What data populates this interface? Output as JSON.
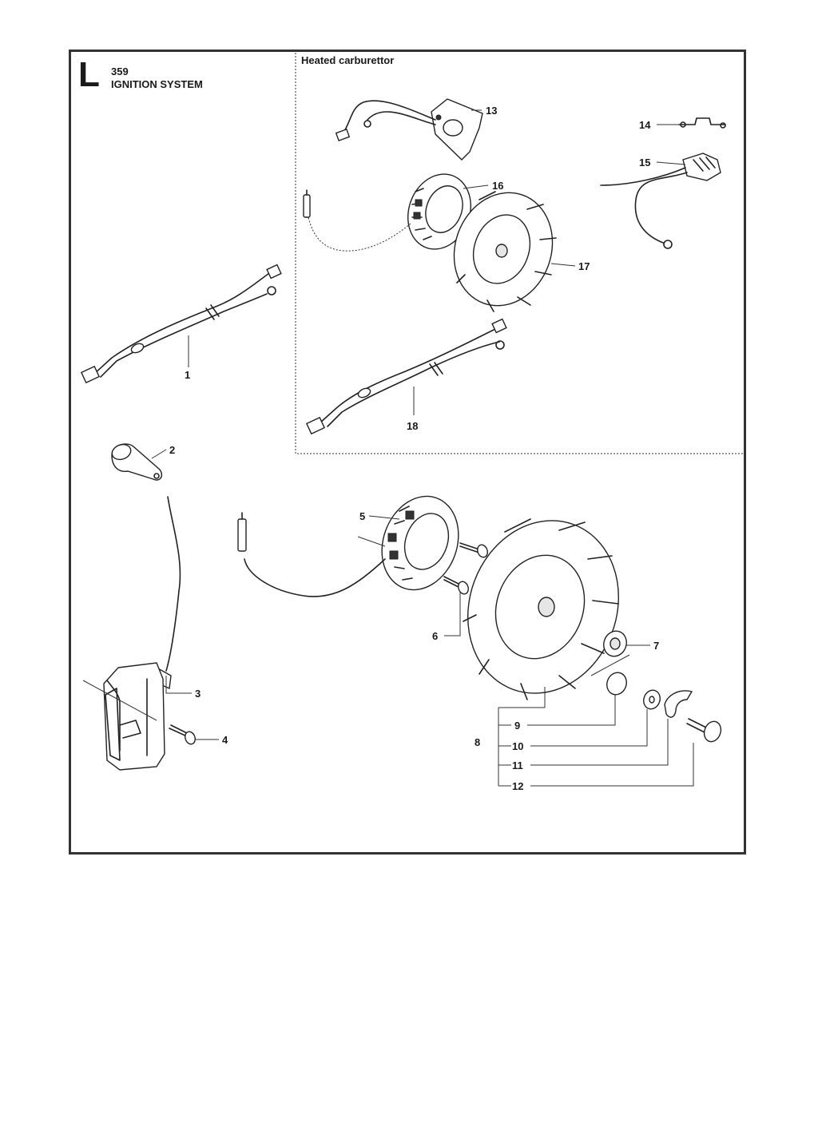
{
  "header": {
    "section_letter": "L",
    "model": "359",
    "title": "IGNITION SYSTEM"
  },
  "inset": {
    "title": "Heated carburettor"
  },
  "callouts": [
    "1",
    "2",
    "3",
    "4",
    "5",
    "6",
    "7",
    "8",
    "9",
    "10",
    "11",
    "12",
    "13",
    "14",
    "15",
    "16",
    "17",
    "18"
  ],
  "colors": {
    "line": "#222222",
    "frame": "#333333",
    "background": "#ffffff"
  }
}
